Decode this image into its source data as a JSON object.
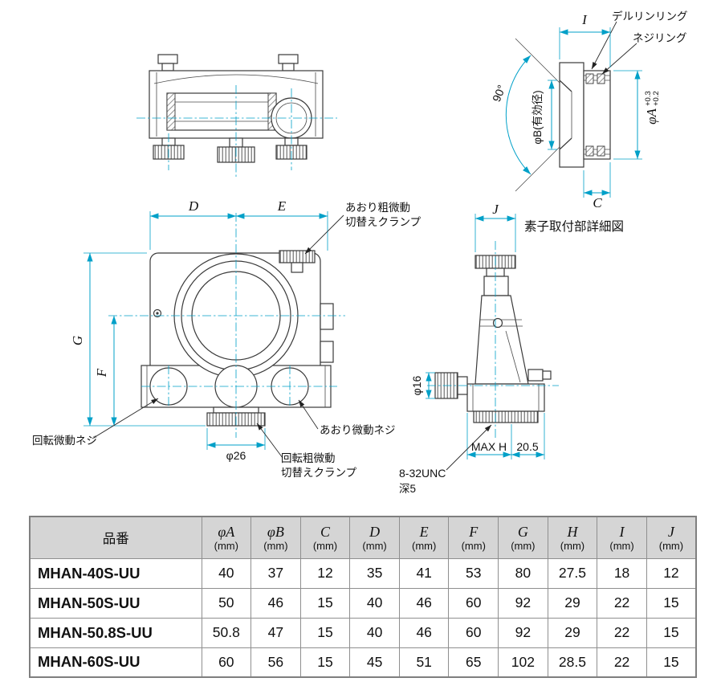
{
  "colors": {
    "dimension": "#00a0c8",
    "drawing_line": "#3a3a3a",
    "table_header_bg": "#d5d5d5"
  },
  "detail": {
    "label_delrin": "デルリンリング",
    "label_nejiring": "ネジリング",
    "angle": "90°",
    "phiB": "φB(有効径)",
    "phiA": "φA",
    "tol_upper": "+0.3",
    "tol_lower": "+0.2",
    "dim_I": "I",
    "dim_C": "C",
    "caption": "素子取付部詳細図"
  },
  "front": {
    "dim_D": "D",
    "dim_E": "E",
    "dim_G": "G",
    "dim_F": "F",
    "phi26": "φ26",
    "label_aori_clamp_1": "あおり粗微動",
    "label_aori_clamp_2": "切替えクランプ",
    "label_rotation_fine": "回転微動ネジ",
    "label_rotation_clamp_1": "回転粗微動",
    "label_rotation_clamp_2": "切替えクランプ",
    "label_aori_fine": "あおり微動ネジ"
  },
  "side": {
    "dim_J": "J",
    "phi16": "φ16",
    "max_h": "MAX H",
    "val_205": "20.5",
    "thread_1": "8-32UNC",
    "thread_2": "深5"
  },
  "table": {
    "part_header": "品番",
    "columns": [
      {
        "sym": "φA",
        "unit": "(mm)"
      },
      {
        "sym": "φB",
        "unit": "(mm)"
      },
      {
        "sym": "C",
        "unit": "(mm)"
      },
      {
        "sym": "D",
        "unit": "(mm)"
      },
      {
        "sym": "E",
        "unit": "(mm)"
      },
      {
        "sym": "F",
        "unit": "(mm)"
      },
      {
        "sym": "G",
        "unit": "(mm)"
      },
      {
        "sym": "H",
        "unit": "(mm)"
      },
      {
        "sym": "I",
        "unit": "(mm)"
      },
      {
        "sym": "J",
        "unit": "(mm)"
      }
    ],
    "rows": [
      {
        "name": "MHAN-40S-UU",
        "values": [
          "40",
          "37",
          "12",
          "35",
          "41",
          "53",
          "80",
          "27.5",
          "18",
          "12"
        ]
      },
      {
        "name": "MHAN-50S-UU",
        "values": [
          "50",
          "46",
          "15",
          "40",
          "46",
          "60",
          "92",
          "29",
          "22",
          "15"
        ]
      },
      {
        "name": "MHAN-50.8S-UU",
        "values": [
          "50.8",
          "47",
          "15",
          "40",
          "46",
          "60",
          "92",
          "29",
          "22",
          "15"
        ]
      },
      {
        "name": "MHAN-60S-UU",
        "values": [
          "60",
          "56",
          "15",
          "45",
          "51",
          "65",
          "102",
          "28.5",
          "22",
          "15"
        ]
      }
    ]
  }
}
